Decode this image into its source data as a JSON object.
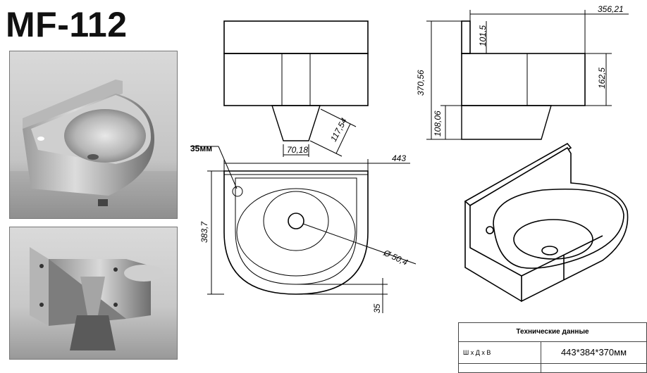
{
  "title": "MF-112",
  "dimensions": {
    "top_width": "356,21",
    "side_height": "370,56",
    "backsplash": "101,5",
    "body_height": "162,5",
    "bottom_depth": "108,06",
    "drain_width": "70,18",
    "drain_height": "117,54",
    "overall_width": "443",
    "plan_depth": "383,7",
    "bowl_diameter": "Ø 50,4",
    "bottom_offset": "35",
    "hole_label": "35мм"
  },
  "spec_table": {
    "header": "Технические данные",
    "rows": [
      {
        "key": "Ш х Д х В",
        "value": "443*384*370мм"
      }
    ]
  }
}
